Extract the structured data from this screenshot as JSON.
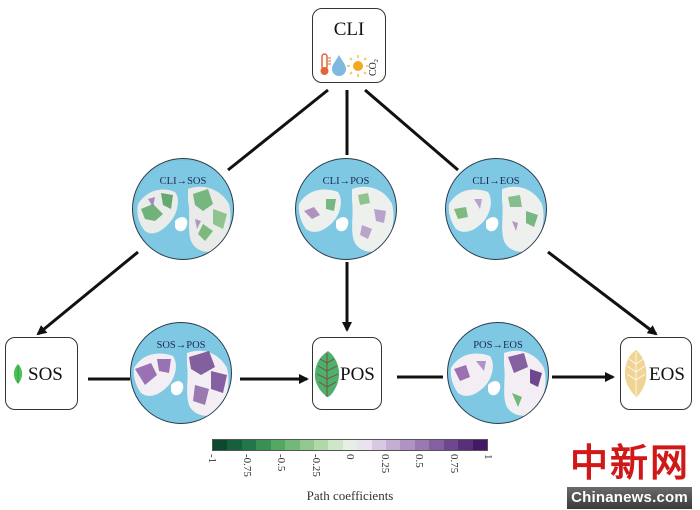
{
  "diagram": {
    "type": "path-analysis flow diagram",
    "nodes": {
      "cli": {
        "label": "CLI",
        "icons": [
          "thermometer-icon",
          "water-drop-icon",
          "sun-icon",
          "co2-label"
        ],
        "co2_text": "CO₂"
      },
      "sos": {
        "label": "SOS",
        "icon": "green-leaf-small-icon"
      },
      "pos": {
        "label": "POS",
        "icon": "green-leaf-large-icon"
      },
      "eos": {
        "label": "EOS",
        "icon": "yellow-leaf-icon"
      }
    },
    "maps": [
      {
        "id": "cli-sos",
        "label": "CLI→SOS",
        "dominant": "green"
      },
      {
        "id": "cli-pos",
        "label": "CLI→POS",
        "dominant": "mixed"
      },
      {
        "id": "cli-eos",
        "label": "CLI→EOS",
        "dominant": "mixed-green"
      },
      {
        "id": "sos-pos",
        "label": "SOS→POS",
        "dominant": "purple"
      },
      {
        "id": "pos-eos",
        "label": "POS→EOS",
        "dominant": "purple"
      }
    ],
    "edges": [
      {
        "from": "CLI",
        "to": "SOS",
        "via": "CLI→SOS"
      },
      {
        "from": "CLI",
        "to": "POS",
        "via": "CLI→POS"
      },
      {
        "from": "CLI",
        "to": "EOS",
        "via": "CLI→EOS"
      },
      {
        "from": "SOS",
        "to": "POS",
        "via": "SOS→POS"
      },
      {
        "from": "POS",
        "to": "EOS",
        "via": "POS→EOS"
      }
    ]
  },
  "colorbar": {
    "title": "Path coefficients",
    "ticks": [
      "-1",
      "-0.75",
      "-0.5",
      "-0.25",
      "0",
      "0.25",
      "0.5",
      "0.75",
      "1"
    ],
    "range": [
      -1,
      1
    ],
    "colors": [
      "#0b4a30",
      "#17603d",
      "#23764a",
      "#3a8f55",
      "#55a862",
      "#72b877",
      "#90c88f",
      "#b0d8a9",
      "#cfe7c9",
      "#e6eee5",
      "#eae2ef",
      "#d9c8e2",
      "#c6add3",
      "#b093c4",
      "#9a79b3",
      "#8460a1",
      "#6e478e",
      "#592f7a",
      "#431866"
    ]
  },
  "watermark": {
    "chinese": "中新网",
    "english": "Chinanews.com"
  }
}
